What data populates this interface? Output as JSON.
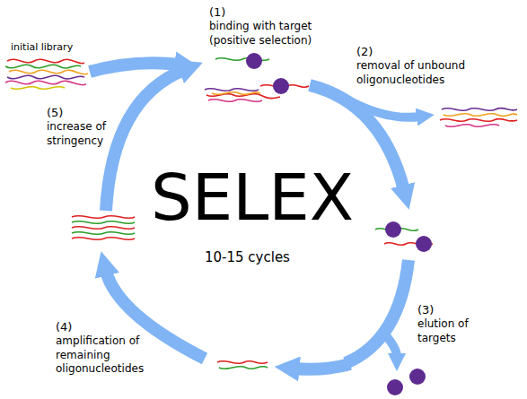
{
  "diagram": {
    "title": "SELEX",
    "labels": [
      "initial library",
      "(1)",
      "binding with target (positive selection)",
      "(2)",
      "removal of unbound oligonucleotides",
      "(3)",
      "elution of targets",
      "(4)",
      "amplification of remaining oligonucleotides",
      "(5)",
      "increase of stringency",
      "10-15 cycles"
    ]
  }
}
